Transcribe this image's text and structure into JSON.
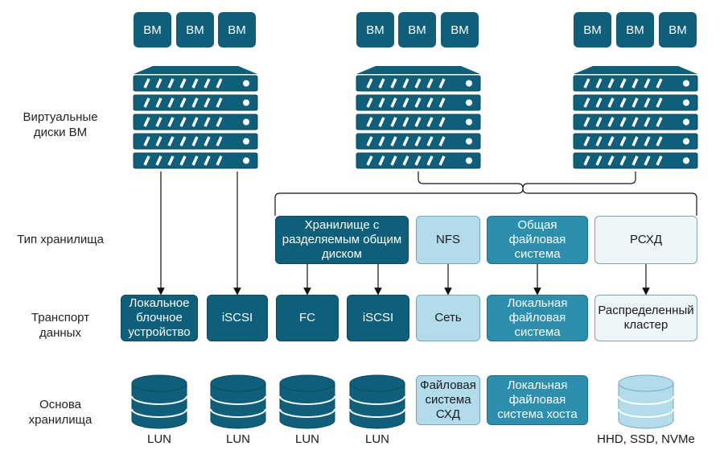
{
  "row_labels": {
    "virtual_disks": "Виртуальные\nдиски ВМ",
    "storage_type": "Тип хранилища",
    "transport": "Транспорт\nданных",
    "foundation": "Основа\nхранилища"
  },
  "vm_label": "ВМ",
  "storage_types": {
    "shared_disk": "Хранилище с\nразделяемым общим\nдиском",
    "nfs": "NFS",
    "shared_fs": "Общая\nфайловая\nсистема",
    "rskhd": "РСХД"
  },
  "transports": {
    "local_block": "Локальное\nблочное\nустройство",
    "iscsi_1": "iSCSI",
    "fc": "FC",
    "iscsi_2": "iSCSI",
    "network": "Сеть",
    "local_fs": "Локальная\nфайловая\nсистема",
    "distributed_cluster": "Распределенный\nкластер"
  },
  "foundations": {
    "lun_1": "LUN",
    "lun_2": "LUN",
    "lun_3": "LUN",
    "lun_4": "LUN",
    "nas_fs": "Файловая\nсистема\nСХД",
    "host_fs": "Локальная\nфайловая\nсистема хоста",
    "disks": "HHD, SSD, NVMe"
  },
  "colors": {
    "dark": "#0d5f7a",
    "mid": "#2b8fad",
    "light": "#b3dcea",
    "pale": "#eef5f9"
  }
}
